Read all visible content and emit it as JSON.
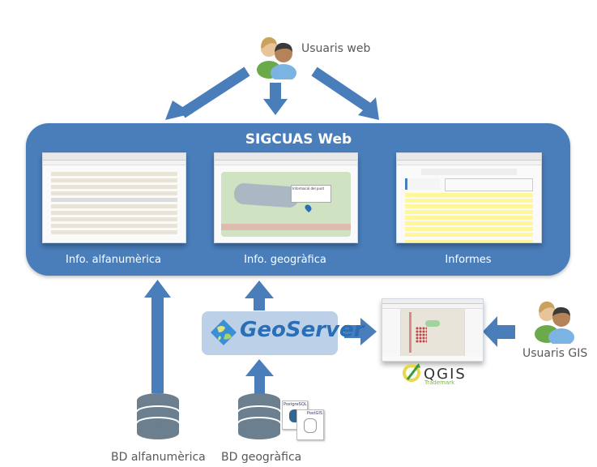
{
  "actors": {
    "web_users": {
      "label": "Usuaris web",
      "icon": "users-icon"
    },
    "gis_users": {
      "label": "Usuaris GIS",
      "icon": "users-icon"
    }
  },
  "web_app": {
    "title": "SIGCUAS Web",
    "panels": [
      {
        "label": "Info. alfanumèrica",
        "screenshot": "form-screenshot"
      },
      {
        "label": "Info. geogràfica",
        "screenshot": "map-screenshot",
        "popup_text": "Informació del punt"
      },
      {
        "label": "Informes",
        "screenshot": "report-screenshot"
      }
    ]
  },
  "geoserver": {
    "label": "GeoServer",
    "icon": "globe-icon"
  },
  "qgis": {
    "label": "QGIS",
    "sublabel": "Trademark",
    "screenshot": "qgis-screenshot"
  },
  "databases": [
    {
      "label": "BD alfanumèrica",
      "icon": "database-icon"
    },
    {
      "label": "BD geogràfica",
      "icon": "database-icon",
      "badges": [
        "PostgreSQL",
        "PostGIS"
      ]
    }
  ],
  "colors": {
    "accent_blue": "#4a7ebb",
    "geoserver_bg": "#bcd0e8",
    "geoserver_text": "#2a6fb5",
    "database_gray": "#6b7f8f",
    "label_gray": "#595959"
  }
}
